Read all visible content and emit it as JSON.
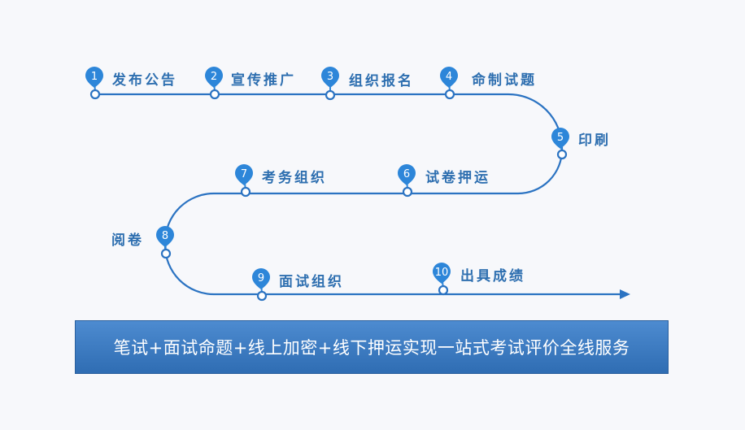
{
  "steps": [
    {
      "number": "1",
      "label": "发布公告"
    },
    {
      "number": "2",
      "label": "宣传推广"
    },
    {
      "number": "3",
      "label": "组织报名"
    },
    {
      "number": "4",
      "label": "命制试题"
    },
    {
      "number": "5",
      "label": "印刷"
    },
    {
      "number": "6",
      "label": "试卷押运"
    },
    {
      "number": "7",
      "label": "考务组织"
    },
    {
      "number": "8",
      "label": "阅卷"
    },
    {
      "number": "9",
      "label": "面试组织"
    },
    {
      "number": "10",
      "label": "出具成绩"
    }
  ],
  "banner": {
    "text": "笔试+面试命题+线上加密+线下押运实现一站式考试评价全线服务"
  },
  "colors": {
    "path": "#2b73c2",
    "pin": "#2d86d9",
    "label": "#2e6fb0",
    "banner_top": "#4d8bd0",
    "banner_bottom": "#2f6db3"
  }
}
